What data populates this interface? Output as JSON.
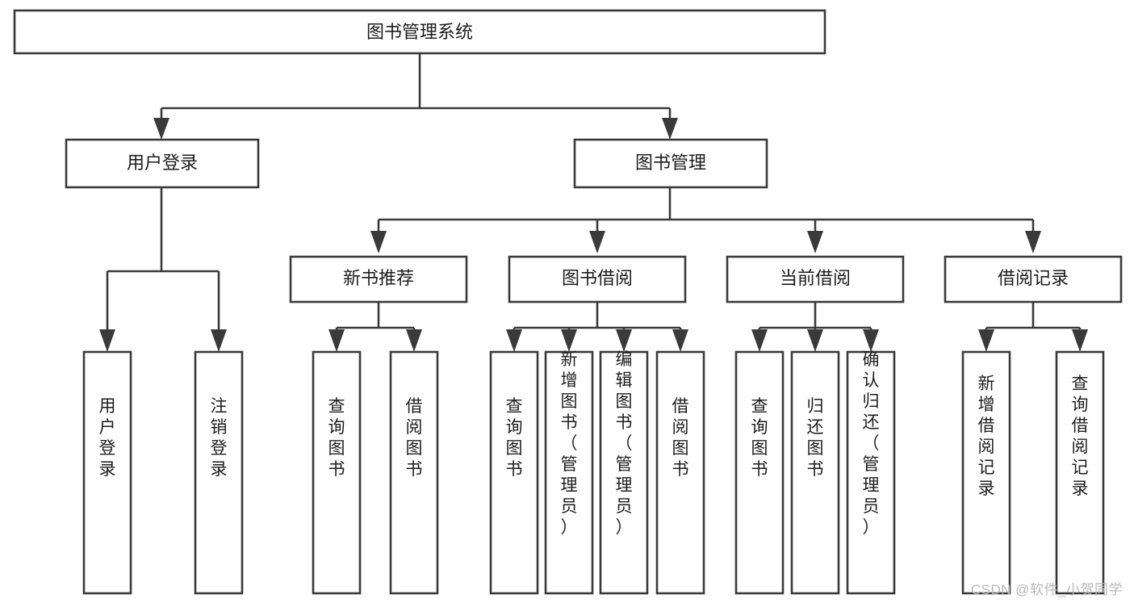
{
  "diagram": {
    "type": "hierarchy-tree",
    "orientation": "top-down",
    "title": "图书管理系统",
    "watermark": "CSDN @软件_小贺同学",
    "colors": {
      "stroke": "#3a3a3a",
      "box_fill": "#ffffff",
      "text": "#1d1d1d",
      "background": "#ffffff",
      "watermark": "#b9b9b9"
    },
    "root": {
      "label": "图书管理系统",
      "text_orientation": "horizontal"
    },
    "level2": [
      {
        "label": "用户登录",
        "text_orientation": "horizontal"
      },
      {
        "label": "图书管理",
        "text_orientation": "horizontal"
      }
    ],
    "level3": [
      {
        "label": "新书推荐",
        "text_orientation": "horizontal",
        "parent": "图书管理"
      },
      {
        "label": "图书借阅",
        "text_orientation": "horizontal",
        "parent": "图书管理"
      },
      {
        "label": "当前借阅",
        "text_orientation": "horizontal",
        "parent": "图书管理"
      },
      {
        "label": "借阅记录",
        "text_orientation": "horizontal",
        "parent": "图书管理"
      }
    ],
    "leaves": {
      "用户登录": [
        {
          "label": "用户登录",
          "text_orientation": "vertical"
        },
        {
          "label": "注销登录",
          "text_orientation": "vertical"
        }
      ],
      "新书推荐": [
        {
          "label": "查询图书",
          "text_orientation": "vertical"
        },
        {
          "label": "借阅图书",
          "text_orientation": "vertical"
        }
      ],
      "图书借阅": [
        {
          "label": "查询图书",
          "text_orientation": "vertical"
        },
        {
          "label": "新增图书（管理员）",
          "text_orientation": "vertical"
        },
        {
          "label": "编辑图书（管理员）",
          "text_orientation": "vertical"
        },
        {
          "label": "借阅图书",
          "text_orientation": "vertical"
        }
      ],
      "当前借阅": [
        {
          "label": "查询图书",
          "text_orientation": "vertical"
        },
        {
          "label": "归还图书",
          "text_orientation": "vertical"
        },
        {
          "label": "确认归还（管理员）",
          "text_orientation": "vertical"
        }
      ],
      "借阅记录": [
        {
          "label": "新增借阅记录",
          "text_orientation": "vertical"
        },
        {
          "label": "查询借阅记录",
          "text_orientation": "vertical"
        }
      ]
    }
  }
}
